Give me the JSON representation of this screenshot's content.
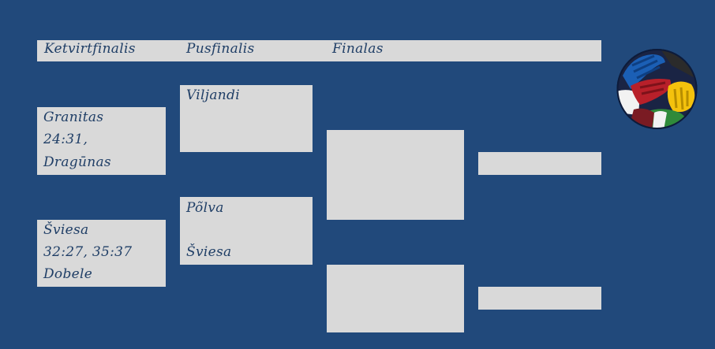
{
  "headers": {
    "quarterfinals": "Ketvirtfinalis",
    "semifinals": "Pusfinalis",
    "finals": "Finalas"
  },
  "quarterfinals": [
    {
      "team1": "Granitas",
      "score": "24:31,",
      "team2": "Dragūnas"
    },
    {
      "team1": "Šviesa",
      "score": "32:27, 35:37",
      "team2": "Dobele"
    }
  ],
  "semifinals": [
    {
      "team1": "Viljandi",
      "team2": ""
    },
    {
      "team1": "Põlva",
      "team2": "Šviesa"
    }
  ],
  "finals": [
    {
      "text": ""
    },
    {
      "text": ""
    }
  ],
  "results": [
    {
      "text": ""
    },
    {
      "text": ""
    }
  ],
  "logo": {
    "icon": "handshake-ball-icon",
    "colors": [
      "#1b5fb5",
      "#2b2b2b",
      "#ffffff",
      "#b8202a",
      "#f4c20d",
      "#2f8a3a"
    ]
  }
}
